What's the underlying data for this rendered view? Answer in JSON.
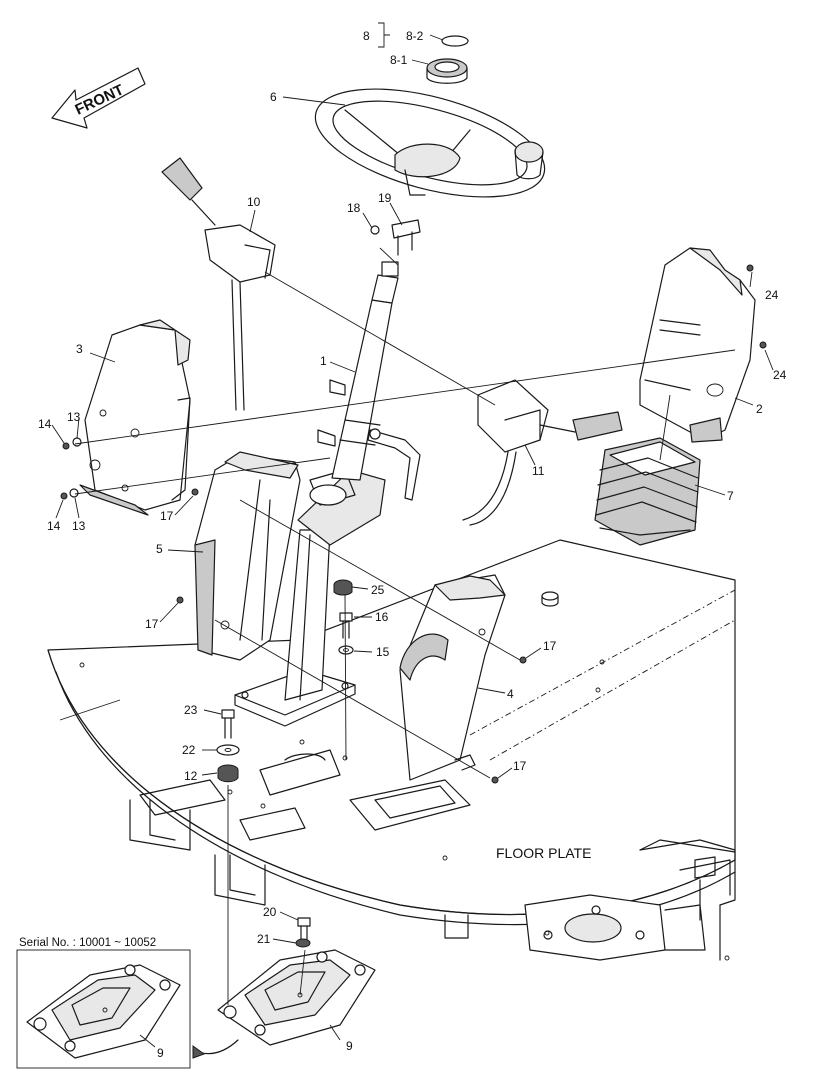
{
  "direction": "FRONT",
  "area_label": "FLOOR PLATE",
  "inset_title": "Serial No. : 10001 ~ 10052",
  "callouts": {
    "c1": "1",
    "c2": "2",
    "c3": "3",
    "c4": "4",
    "c5": "5",
    "c6": "6",
    "c7": "7",
    "c8": "8",
    "c8_1": "8-1",
    "c8_2": "8-2",
    "c9": "9",
    "c9_inset": "9",
    "c10": "10",
    "c11": "11",
    "c12": "12",
    "c13a": "13",
    "c13b": "13",
    "c14a": "14",
    "c14b": "14",
    "c15": "15",
    "c16": "16",
    "c17a": "17",
    "c17b": "17",
    "c17c": "17",
    "c17d": "17",
    "c18": "18",
    "c19": "19",
    "c20": "20",
    "c21": "21",
    "c22": "22",
    "c23": "23",
    "c24a": "24",
    "c24b": "24",
    "c25": "25"
  }
}
